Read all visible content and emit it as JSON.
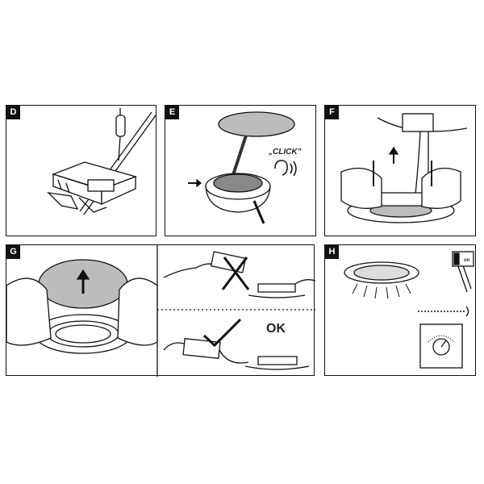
{
  "panels": {
    "d": {
      "label": "D"
    },
    "e": {
      "label": "E",
      "click_text": "„CLICK”"
    },
    "f": {
      "label": "F"
    },
    "g": {
      "label": "G",
      "ok_text": "OK"
    },
    "h": {
      "label": "H",
      "switch_text": "on"
    }
  },
  "colors": {
    "line": "#111111",
    "shade": "#bcbcbc",
    "light": "#d9d9d9"
  }
}
